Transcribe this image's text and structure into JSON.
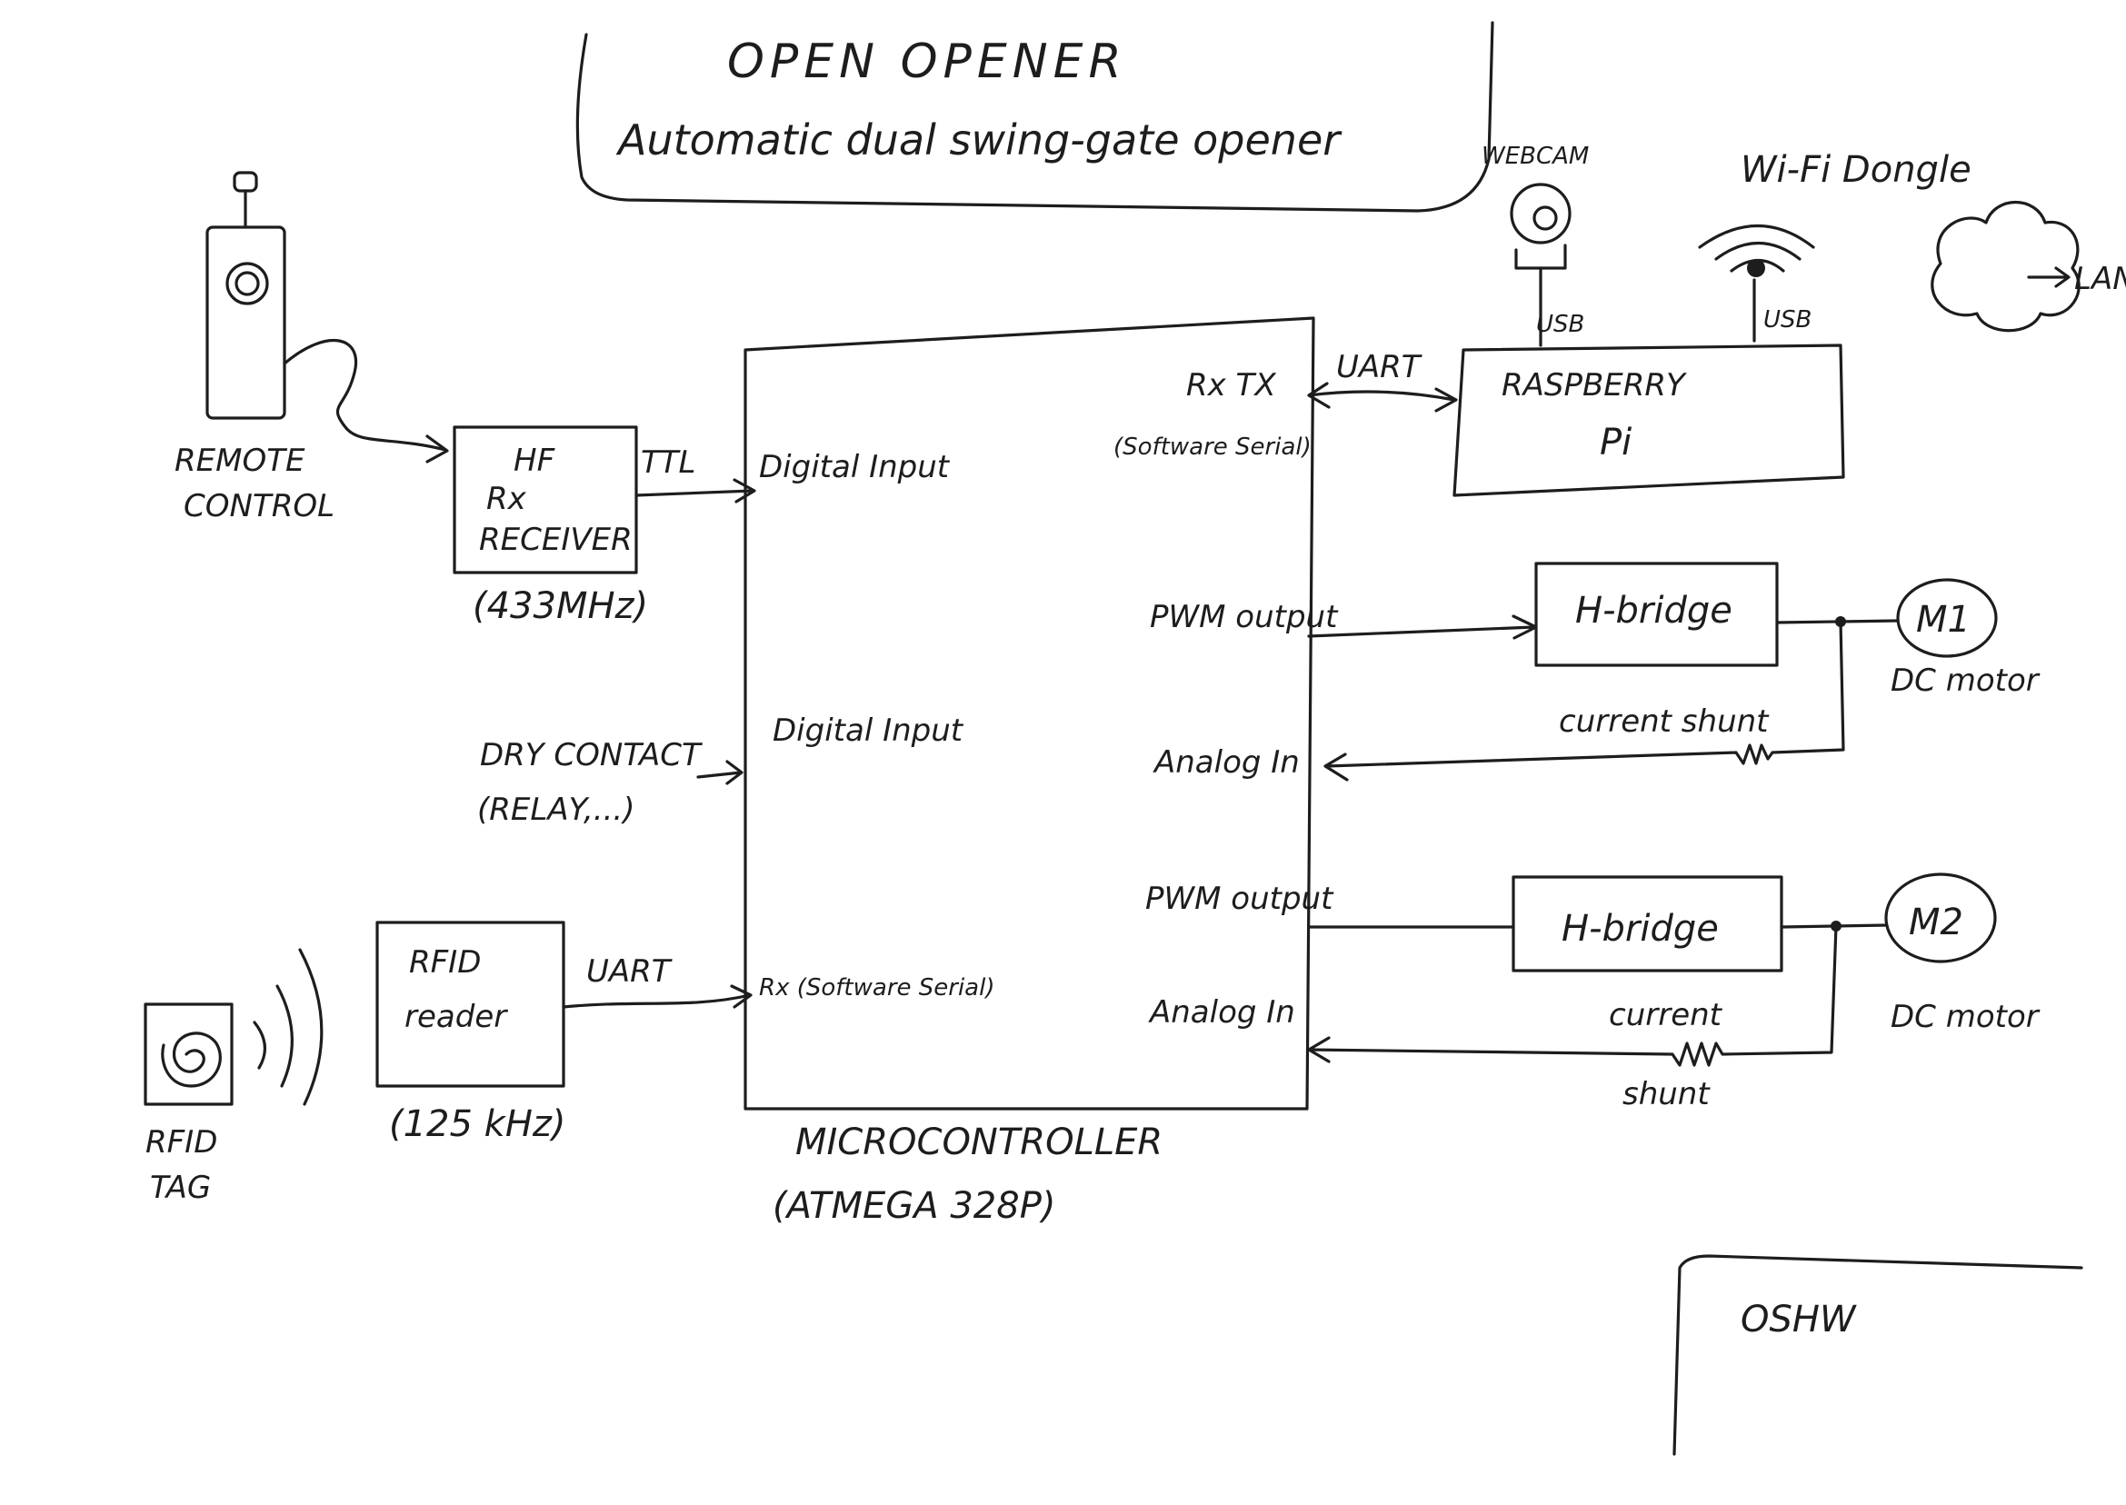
{
  "title": "OPEN OPENER",
  "subtitle": "Automatic dual swing-gate opener",
  "remote": {
    "line1": "REMOTE",
    "line2": "CONTROL"
  },
  "hf": {
    "line1": "HF",
    "line2": "Rx",
    "line3": "RECEIVER",
    "freq": "(433MHz)",
    "link": "TTL"
  },
  "dry_contact": {
    "line1": "DRY CONTACT",
    "line2": "(RELAY,...)"
  },
  "rfid_tag": {
    "line1": "RFID",
    "line2": "TAG"
  },
  "rfid_reader": {
    "line1": "RFID",
    "line2": "reader",
    "freq": "(125 kHz)",
    "link": "UART"
  },
  "mcu": {
    "label1": "MICROCONTROLLER",
    "label2": "(ATMEGA 328P)",
    "digital_input": "Digital Input",
    "rx_software": "Rx (Software Serial)",
    "rxtx": "Rx TX",
    "software_serial": "(Software Serial)",
    "pwm1": "PWM output",
    "analog1": "Analog In",
    "pwm2": "PWM output",
    "analog2": "Analog In"
  },
  "uart_top": "UART",
  "raspberry": {
    "line1": "RASPBERRY",
    "line2": "Pi"
  },
  "webcam": "WEBCAM",
  "usb": "USB",
  "wifi": "Wi-Fi Dongle",
  "lan": "LAN",
  "hbridge": "H-bridge",
  "m1": "M1",
  "m2": "M2",
  "dc_motor": "DC motor",
  "current_shunt": "current shunt",
  "current": "current",
  "shunt": "shunt",
  "oshw": "OSHW"
}
